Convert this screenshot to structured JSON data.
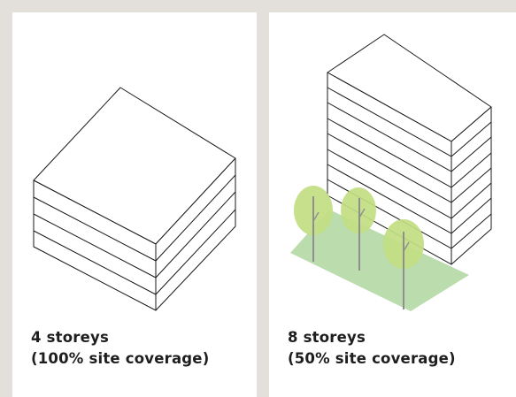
{
  "panels": [
    {
      "storeys_line": "4 storeys",
      "coverage_line": "(100% site coverage)",
      "storeys": 4,
      "site_coverage_percent": 100,
      "trees": 0
    },
    {
      "storeys_line": "8 storeys",
      "coverage_line": "(50% site coverage)",
      "storeys": 8,
      "site_coverage_percent": 50,
      "trees": 3
    }
  ],
  "colors": {
    "background": "#e3e0db",
    "panel": "#ffffff",
    "outline": "#1a1a1a",
    "ground": "#b7dbaa",
    "canopy": "#c2dd82",
    "trunk": "#8f8f8f"
  }
}
